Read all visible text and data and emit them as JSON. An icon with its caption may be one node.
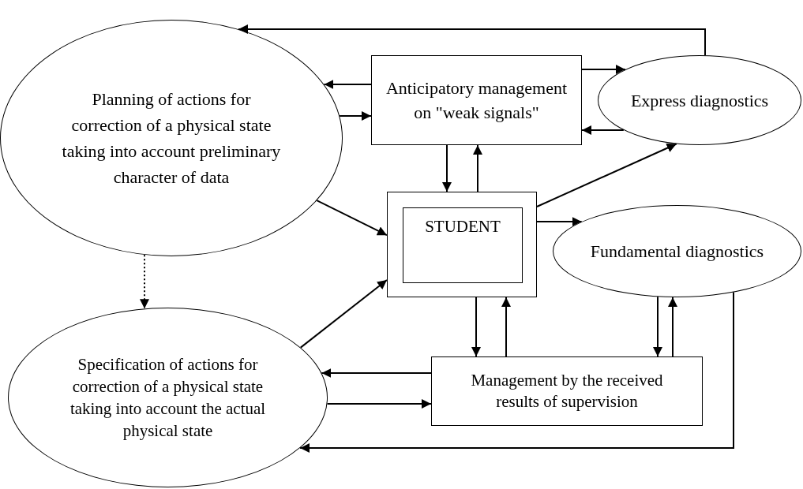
{
  "diagram": {
    "nodes": [
      {
        "text": [
          "Planning of actions for correction of a physical state taking into account preliminary character of data"
        ]
      },
      {
        "text": [
          "Anticipatory management on \"weak signals\""
        ]
      },
      {
        "text": [
          "Express diagnostics"
        ]
      },
      {
        "text": [],
        "shape": "box"
      },
      {
        "text": [
          "STUDENT"
        ],
        "in": 3
      },
      {
        "text": [
          "Fundamental diagnostics"
        ]
      },
      {
        "text": [
          "Specification of actions for correction of a physical state taking into account the actual physical state"
        ]
      },
      {
        "text": [
          "Management by the received results of supervision"
        ]
      }
    ],
    "edges": [
      {
        "from": 1,
        "to": 0,
        "arrow": "to"
      },
      {
        "from": 0,
        "to": 1,
        "arrow": "to"
      },
      {
        "from": 1,
        "to": 2,
        "arrow": "to"
      },
      {
        "from": 2,
        "to": 1,
        "arrow": "to"
      },
      {
        "from": 2,
        "to": 0,
        "arrow": "to"
      },
      {
        "from": 1,
        "to": 3,
        "arrow": "to"
      },
      {
        "from": 3,
        "to": 1,
        "arrow": "to"
      },
      {
        "from": 0,
        "to": 3,
        "arrow": "to"
      },
      {
        "from": 3,
        "to": 2,
        "arrow": "to"
      },
      {
        "from": 3,
        "to": 5,
        "arrow": "to"
      },
      {
        "from": 6,
        "to": 3,
        "arrow": "to"
      },
      {
        "from": 3,
        "to": 7,
        "arrow": "to"
      },
      {
        "from": 7,
        "to": 3,
        "arrow": "to"
      },
      {
        "from": 5,
        "to": 7,
        "arrow": "to"
      },
      {
        "from": 7,
        "to": 5,
        "arrow": "to"
      },
      {
        "from": 7,
        "to": 6,
        "arrow": "to"
      },
      {
        "from": 6,
        "to": 7,
        "arrow": "to"
      },
      {
        "from": 5,
        "to": 6,
        "arrow": "to"
      },
      {
        "from": 0,
        "to": 6,
        "arrow": "to",
        "style": "dashed"
      }
    ]
  }
}
